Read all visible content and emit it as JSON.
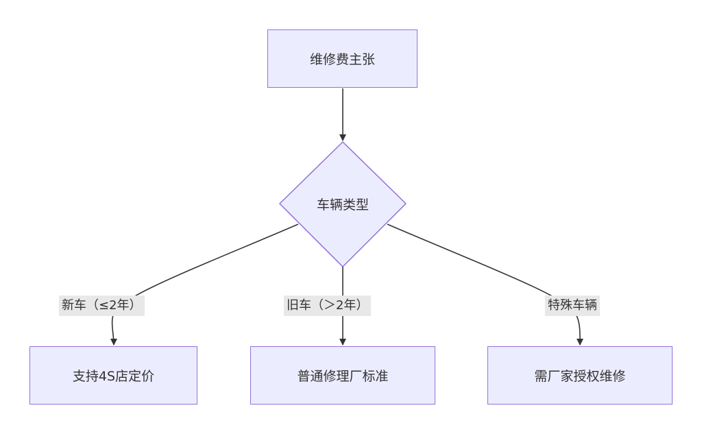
{
  "nodes": {
    "start": "维修费主张",
    "decision": "车辆类型",
    "new_car_result": "支持4S店定价",
    "old_car_result": "普通修理厂标准",
    "special_result": "需厂家授权维修"
  },
  "edges": {
    "new_car": "新车（≤2年）",
    "old_car": "旧车（＞2年）",
    "special": "特殊车辆"
  },
  "colors": {
    "node_fill": "#ECECFF",
    "node_border": "#9370DB",
    "edge": "#333333",
    "label_bg": "#e8e8e8"
  }
}
